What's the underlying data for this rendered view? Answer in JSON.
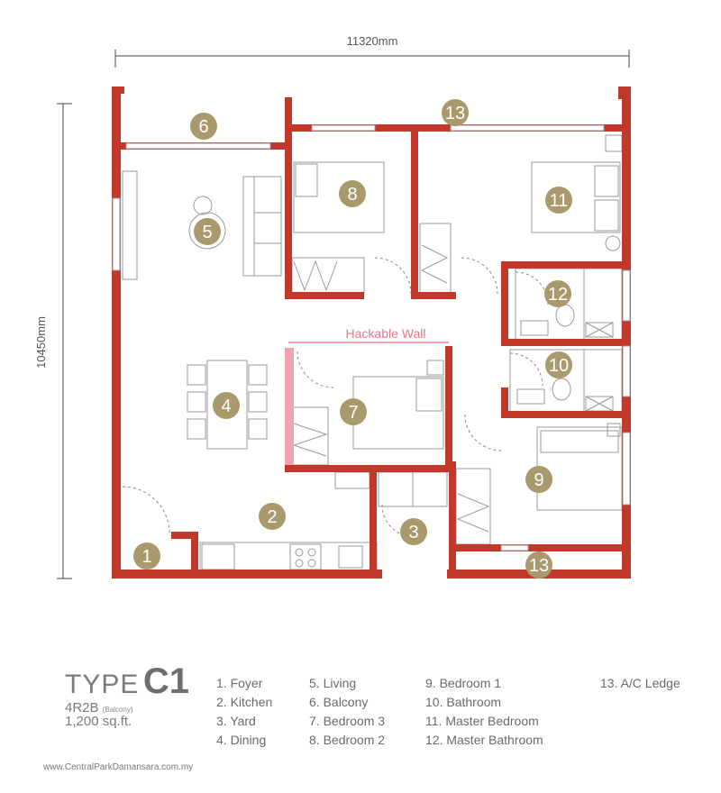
{
  "dimensions": {
    "width": "11320mm",
    "height": "10450mm"
  },
  "hackable_wall_label": "Hackable Wall",
  "room_markers": [
    "1",
    "2",
    "3",
    "4",
    "5",
    "6",
    "7",
    "8",
    "9",
    "10",
    "11",
    "12",
    "13",
    "13"
  ],
  "colors": {
    "wall": "#c0392b",
    "marker": "#a89a6d",
    "hackable": "#f2a3b3"
  },
  "type": {
    "prefix": "TYPE",
    "code": "C1",
    "rooms": "4R2B",
    "balcony": "(Balcony)",
    "area": "1,200 sq.ft."
  },
  "legend": [
    [
      "1. Foyer",
      "2. Kitchen",
      "3. Yard",
      "4. Dining"
    ],
    [
      "5. Living",
      "6. Balcony",
      "7. Bedroom 3",
      "8. Bedroom 2"
    ],
    [
      "9. Bedroom 1",
      "10. Bathroom",
      "11. Master Bedroom",
      "12. Master Bathroom"
    ],
    [
      "13. A/C Ledge"
    ]
  ],
  "website": "www.CentralParkDamansara.com.my"
}
